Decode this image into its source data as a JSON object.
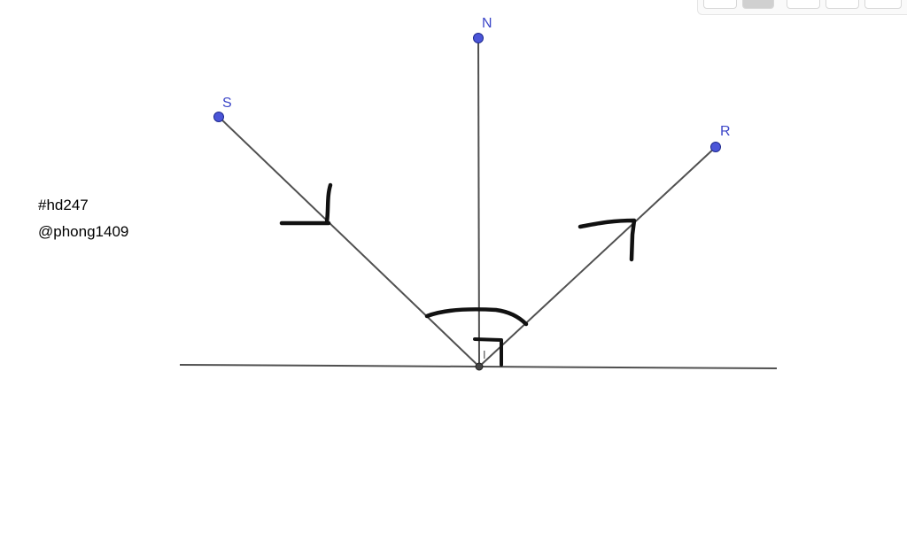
{
  "notes": {
    "tag": "#hd247",
    "author": "@phong1409"
  },
  "points": {
    "s": "S",
    "n": "N",
    "r": "R",
    "i": "I"
  },
  "colors": {
    "line": "#505050",
    "point": "#4b55d8",
    "label": "#3c46c8",
    "marker": "#111111",
    "background": "#ffffff"
  }
}
